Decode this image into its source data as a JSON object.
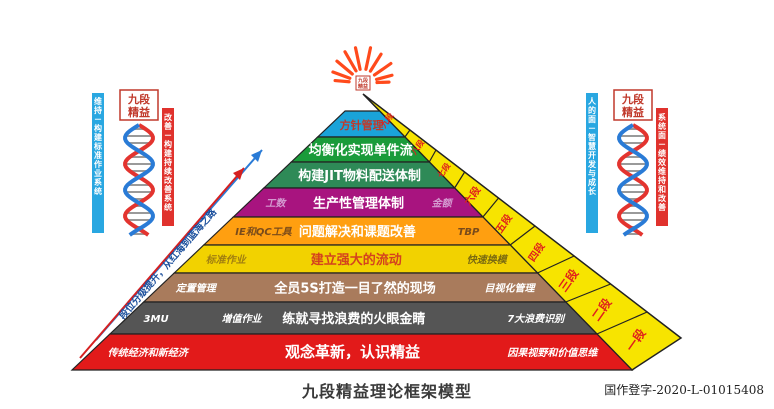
{
  "title": "九段精益理论框架模型",
  "registration": "国作登字-2020-L-01015408",
  "diagonal_label": "段位分级提升，从红海到蓝海之路",
  "apex_badge": "九段精益",
  "layers": [
    {
      "main": "方针管理",
      "left": "",
      "right": "",
      "color": "#1aa3d9",
      "text_color": "#c0392b"
    },
    {
      "main": "均衡化实现单件流",
      "left": "",
      "right": "",
      "color": "#1a9b3a",
      "text_color": "#ffffff"
    },
    {
      "main": "构建JIT物料配送体制",
      "left": "",
      "right": "",
      "color": "#2e8a57",
      "text_color": "#ffffff"
    },
    {
      "main": "生产性管理体制",
      "left": "工数",
      "right": "金额",
      "color": "#a8147f",
      "text_color": "#ffffff"
    },
    {
      "main": "问题解决和课题改善",
      "left": "IE和QC工具",
      "right": "TBP",
      "color": "#ff9f10",
      "text_color": "#ffffff"
    },
    {
      "main": "建立强大的流动",
      "left": "标准作业",
      "right": "快速换模",
      "color": "#f2d200",
      "text_color": "#d4421e"
    },
    {
      "main": "全员5S打造一目了然的现场",
      "left": "定置管理",
      "right": "目视化管理",
      "color": "#a97b5c",
      "text_color": "#ffffff"
    },
    {
      "main": "练就寻找浪费的火眼金睛",
      "left": "3MU",
      "right": "增值作业",
      "far_right": "7大浪费识别",
      "color": "#555555",
      "text_color": "#ffffff"
    },
    {
      "main": "观念革新，认识精益",
      "left": "传统经济和新经济",
      "right": "因果视野和价值思维",
      "color": "#e21a1a",
      "text_color": "#ffffff"
    }
  ],
  "ranks": [
    "九段",
    "八段",
    "七段",
    "六段",
    "五段",
    "四段",
    "三段",
    "二段",
    "一段"
  ],
  "left_panel": {
    "badge": "九段精益",
    "col_left": "维持－构建标准作业系统",
    "col_right": "改善－构建持续改善系统"
  },
  "right_panel": {
    "badge": "九段精益",
    "col_left": "人的面－智慧开发与成长",
    "col_right": "系统面－绩效维持和改善"
  },
  "colors": {
    "side_face": "#f7e400",
    "blue_bar": "#29a7e1",
    "red_bar": "#e0322d",
    "arrow_blue": "#2a7bd6",
    "arrow_red": "#d62020",
    "burst": "#ff4a1c"
  }
}
